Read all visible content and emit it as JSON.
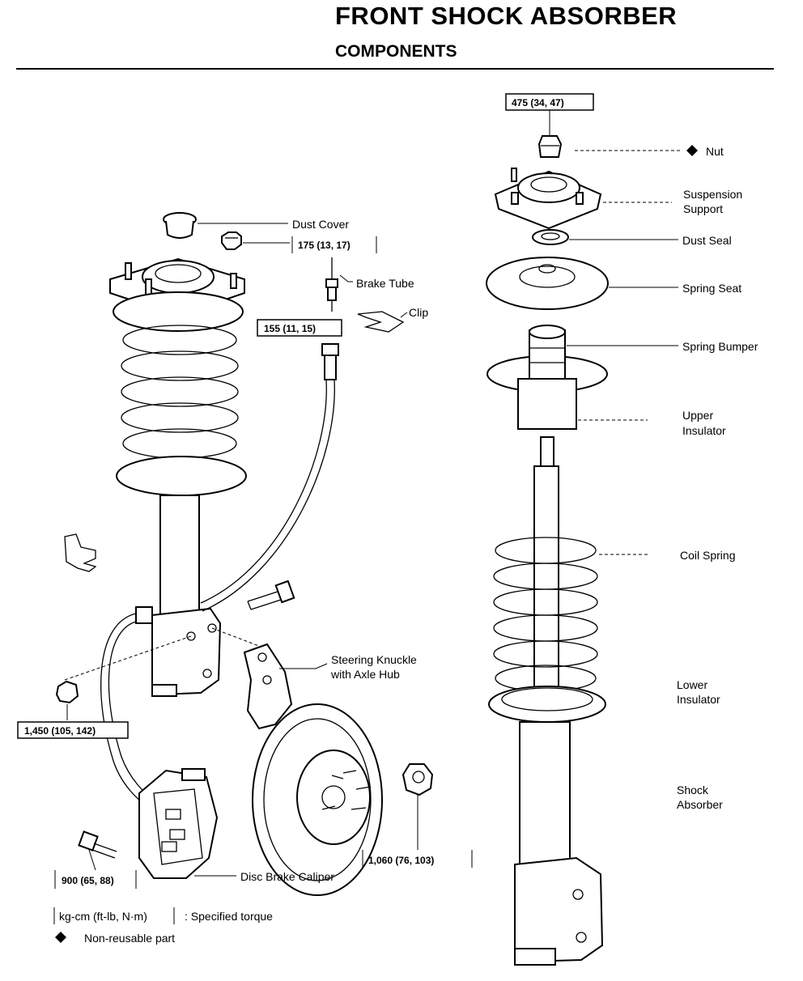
{
  "header": {
    "title": "FRONT SHOCK ABSORBER",
    "subtitle": "COMPONENTS"
  },
  "labels": {
    "dust_cover": "Dust Cover",
    "brake_tube": "Brake Tube",
    "clip": "Clip",
    "steering_knuckle_1": "Steering Knuckle",
    "steering_knuckle_2": "with Axle Hub",
    "disc_brake_caliper": "Disc Brake Caliper",
    "nut": "Nut",
    "suspension_support_1": "Suspension",
    "suspension_support_2": "Support",
    "dust_seal": "Dust Seal",
    "spring_seat": "Spring Seat",
    "spring_bumper": "Spring Bumper",
    "upper_insulator_1": "Upper",
    "upper_insulator_2": "Insulator",
    "coil_spring": "Coil Spring",
    "lower_insulator_1": "Lower",
    "lower_insulator_2": "Insulator",
    "shock_absorber_1": "Shock",
    "shock_absorber_2": "Absorber"
  },
  "torques": {
    "t475": "475 (34, 47)",
    "t175": "175 (13, 17)",
    "t155": "155 (11, 15)",
    "t1450": "1,450 (105, 142)",
    "t1060": "1,060 (76, 103)",
    "t900": "900 (65, 88)"
  },
  "legend": {
    "unit_box": "kg-cm (ft-lb, N·m)",
    "unit_desc": ": Specified torque",
    "nonreusable": "Non-reusable part"
  }
}
